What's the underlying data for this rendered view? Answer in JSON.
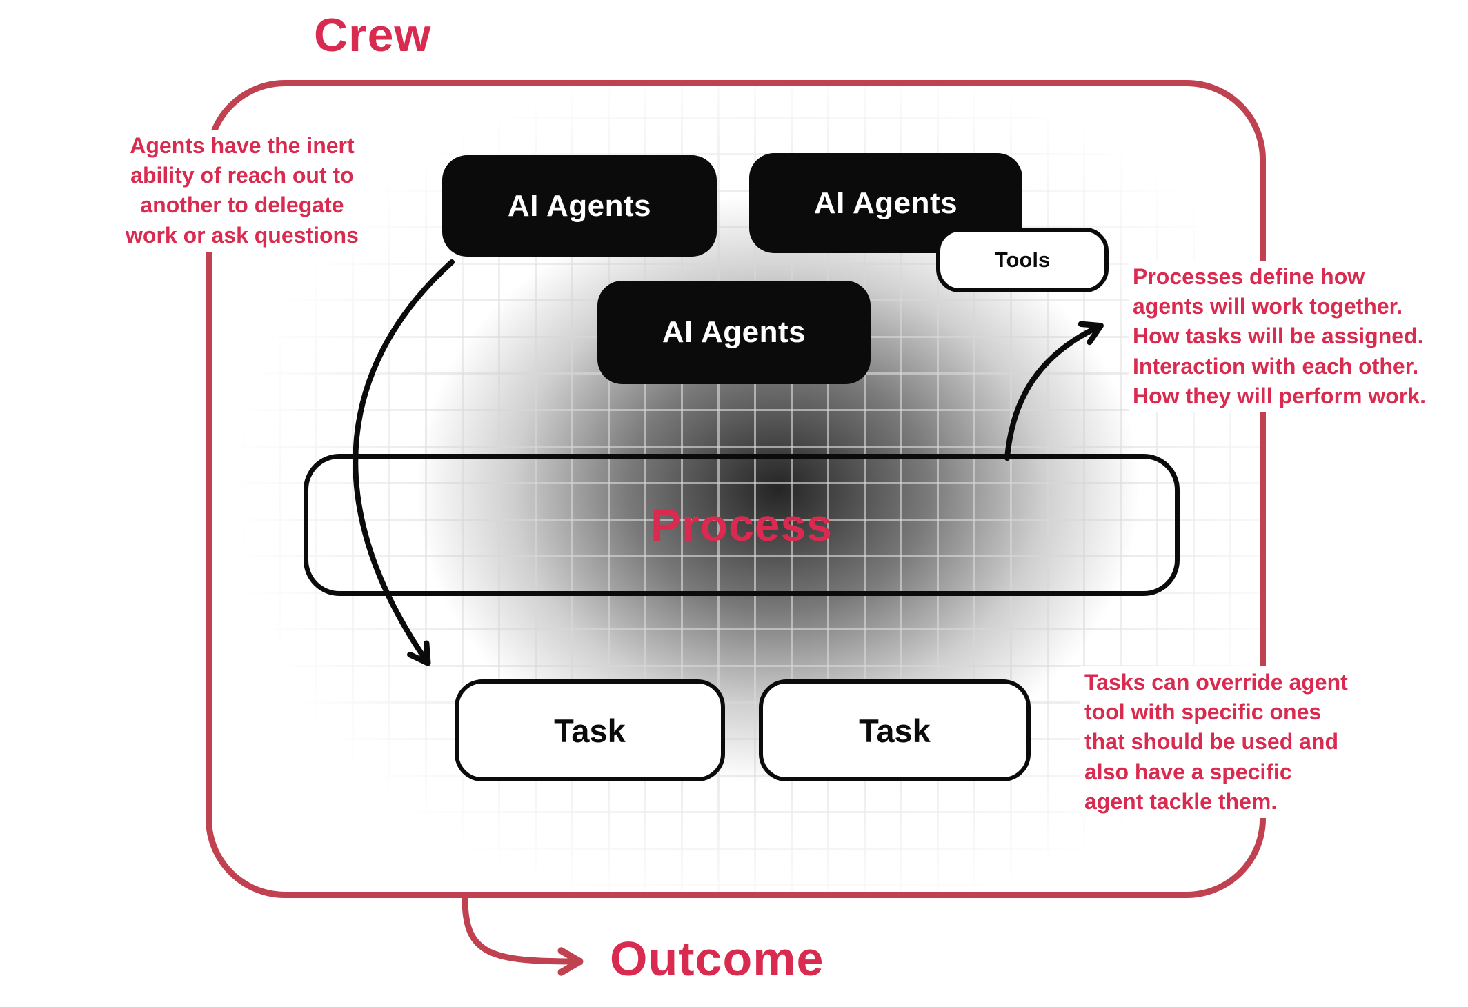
{
  "title": "Crew",
  "outcome": {
    "label": "Outcome"
  },
  "agents": {
    "box1": "AI Agents",
    "box2": "AI Agents",
    "box3": "AI Agents"
  },
  "tools": {
    "label": "Tools"
  },
  "process": {
    "label": "Process"
  },
  "tasks": {
    "box1": "Task",
    "box2": "Task"
  },
  "notes": {
    "left": [
      "Agents have the inert",
      "ability of reach out to",
      "another to delegate",
      "work or ask questions"
    ],
    "right_top": [
      "Processes define how",
      "agents will work together.",
      "How tasks will be assigned.",
      "Interaction with each other.",
      "How they will perform work."
    ],
    "right_bottom": [
      "Tasks can override agent",
      "tool with specific ones",
      "that should be used and",
      "also have a specific",
      "agent tackle them."
    ]
  },
  "colors": {
    "accent_text": "#d92a4f",
    "line": "#c04150",
    "box_black": "#0b0b0b"
  }
}
